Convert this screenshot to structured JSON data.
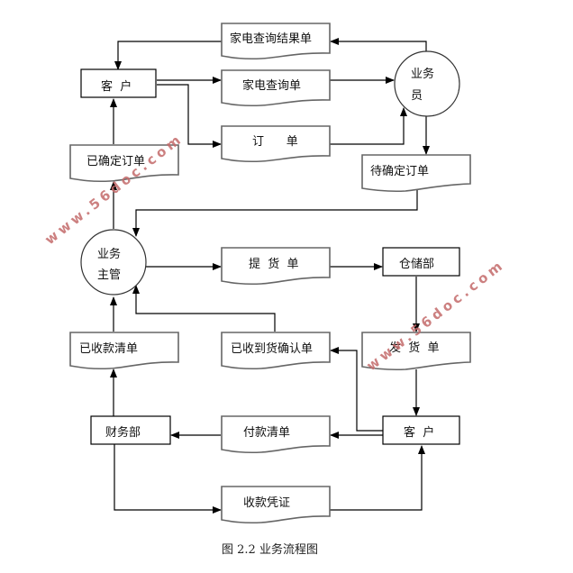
{
  "caption": "图 2.2 业务流程图",
  "watermark": "www.56doc.com",
  "nodes": {
    "customer_top": {
      "label": "客  户",
      "type": "entity"
    },
    "query_result": {
      "label": "家电查询结果单",
      "type": "document"
    },
    "query_form": {
      "label": "家电查询单",
      "type": "document"
    },
    "order": {
      "label": "订      单",
      "type": "document"
    },
    "salesperson": {
      "label_line1": "业务",
      "label_line2": "员",
      "type": "process"
    },
    "pending_order": {
      "label": "待确定订单",
      "type": "document"
    },
    "confirmed_order": {
      "label": "已确定订单",
      "type": "document"
    },
    "supervisor": {
      "label_line1": "业务",
      "label_line2": "主管",
      "type": "process"
    },
    "pickup_form": {
      "label": "提  货  单",
      "type": "document"
    },
    "warehouse": {
      "label": "仓储部",
      "type": "entity"
    },
    "shipping_form": {
      "label": "发  货  单",
      "type": "document"
    },
    "received_payment_list": {
      "label": "已收款清单",
      "type": "document"
    },
    "delivery_confirmation": {
      "label": "已收到货确认单",
      "type": "document"
    },
    "finance": {
      "label": "财务部",
      "type": "entity"
    },
    "payment_list": {
      "label": "付款清单",
      "type": "document"
    },
    "customer_bottom": {
      "label": "客  户",
      "type": "entity"
    },
    "receipt": {
      "label": "收款凭证",
      "type": "document"
    }
  },
  "edges": [
    {
      "from": "salesperson",
      "to": "query_result"
    },
    {
      "from": "query_result",
      "to": "customer_top"
    },
    {
      "from": "customer_top",
      "to": "query_form"
    },
    {
      "from": "customer_top",
      "to": "order"
    },
    {
      "from": "query_form",
      "to": "salesperson"
    },
    {
      "from": "order",
      "to": "salesperson"
    },
    {
      "from": "salesperson",
      "to": "pending_order"
    },
    {
      "from": "pending_order",
      "to": "supervisor"
    },
    {
      "from": "supervisor",
      "to": "confirmed_order"
    },
    {
      "from": "confirmed_order",
      "to": "customer_top"
    },
    {
      "from": "supervisor",
      "to": "pickup_form"
    },
    {
      "from": "pickup_form",
      "to": "warehouse"
    },
    {
      "from": "warehouse",
      "to": "shipping_form"
    },
    {
      "from": "shipping_form",
      "to": "customer_bottom"
    },
    {
      "from": "customer_bottom",
      "to": "delivery_confirmation"
    },
    {
      "from": "delivery_confirmation",
      "to": "supervisor"
    },
    {
      "from": "customer_bottom",
      "to": "payment_list"
    },
    {
      "from": "payment_list",
      "to": "finance"
    },
    {
      "from": "finance",
      "to": "received_payment_list"
    },
    {
      "from": "received_payment_list",
      "to": "supervisor"
    },
    {
      "from": "finance",
      "to": "receipt"
    },
    {
      "from": "receipt",
      "to": "customer_bottom"
    }
  ]
}
